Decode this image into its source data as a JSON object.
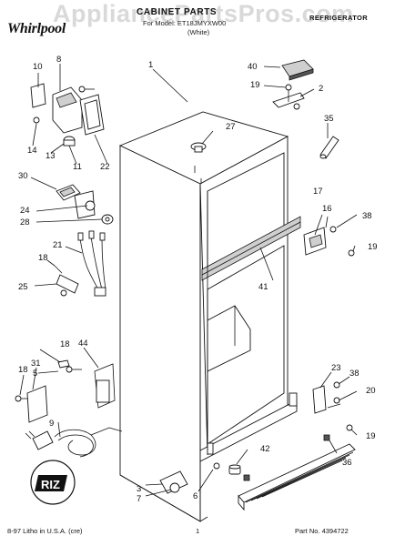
{
  "header": {
    "brand": "Whirlpool",
    "watermark": "AppliancePartsPros.com",
    "title": "CABINET PARTS",
    "model_line": "For Model: ET18JMYXW00",
    "color_line": "(White)",
    "product_type": "REFRIGERATOR"
  },
  "callouts": [
    "1",
    "2",
    "3",
    "5",
    "6",
    "7",
    "8",
    "9",
    "10",
    "11",
    "13",
    "14",
    "16",
    "17",
    "18",
    "18",
    "18",
    "19",
    "19",
    "19",
    "20",
    "21",
    "22",
    "23",
    "24",
    "25",
    "27",
    "28",
    "30",
    "31",
    "35",
    "36",
    "38",
    "38",
    "40",
    "41",
    "42",
    "44"
  ],
  "footer": {
    "left": "8-97 Litho in U.S.A. (cre)",
    "page": "1",
    "part_no": "Part No. 4394722"
  },
  "badge": "RIZ"
}
